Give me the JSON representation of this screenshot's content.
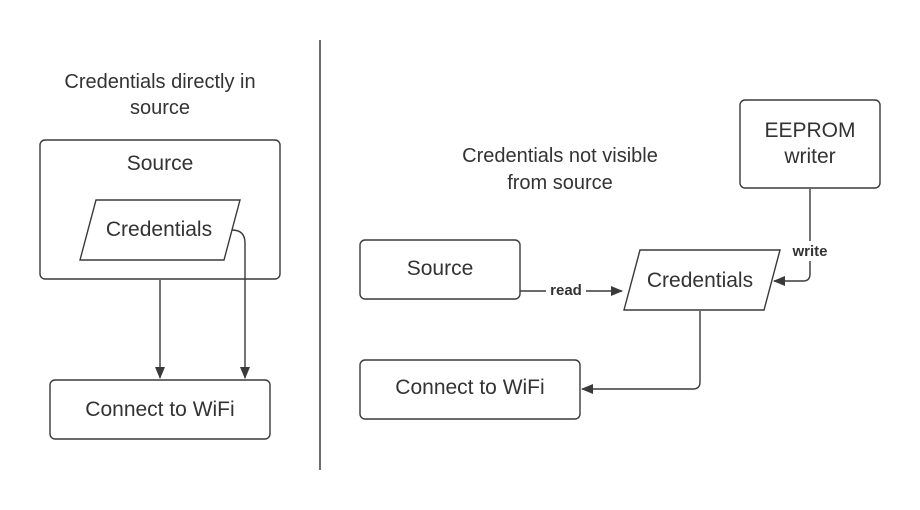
{
  "colors": {
    "stroke": "#3a3a3a",
    "text": "#333333",
    "background": "#ffffff"
  },
  "left": {
    "heading_line1": "Credentials directly in",
    "heading_line2": "source",
    "source_label": "Source",
    "credentials_label": "Credentials",
    "wifi_label": "Connect to WiFi"
  },
  "right": {
    "heading_line1": "Credentials not visible",
    "heading_line2": "from source",
    "source_label": "Source",
    "credentials_label": "Credentials",
    "eeprom_line1": "EEPROM",
    "eeprom_line2": "writer",
    "wifi_label": "Connect to WiFi",
    "read_label": "read",
    "write_label": "write"
  }
}
